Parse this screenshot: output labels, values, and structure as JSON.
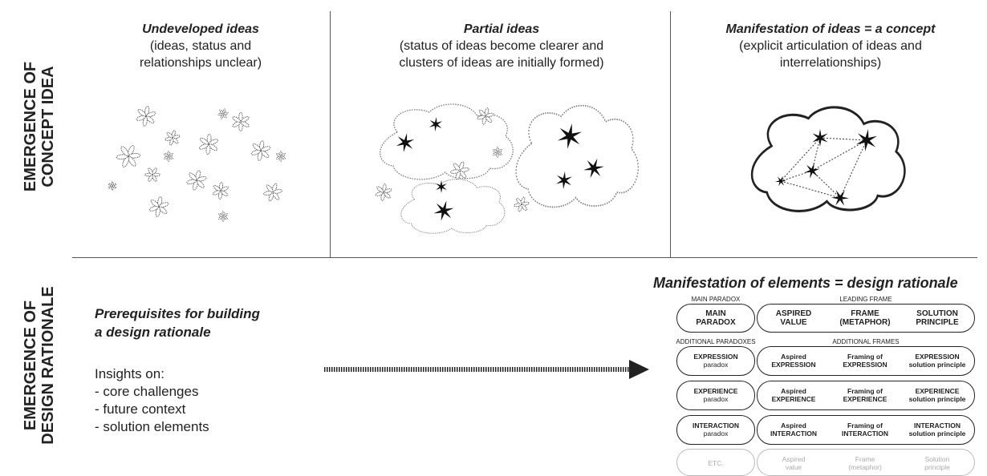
{
  "row_labels": {
    "concept": [
      "EMERGENCE OF",
      "CONCEPT IDEA"
    ],
    "rationale": [
      "EMERGENCE OF",
      "DESIGN RATIONALE"
    ]
  },
  "columns": [
    {
      "title": "Undeveloped ideas",
      "sub": [
        "(ideas, status and",
        "relationships unclear)"
      ]
    },
    {
      "title": "Partial ideas",
      "sub": [
        "(status of ideas become clearer and",
        "clusters of ideas are initially formed)"
      ]
    },
    {
      "title": "Manifestation of ideas = a concept",
      "sub": [
        "(explicit articulation of ideas and",
        "interrelationships)"
      ]
    }
  ],
  "prereq": {
    "title": [
      "Prerequisites for building",
      "a design rationale"
    ],
    "insights_heading": "Insights on:",
    "insights": [
      "- core challenges",
      "- future context",
      "- solution elements"
    ]
  },
  "rationale": {
    "title": "Manifestation of elements = design rationale",
    "main_paradox_label": "MAIN PARADOX",
    "leading_frame_label": "LEADING FRAME",
    "additional_paradoxes_label": "ADDITIONAL PARADOXES",
    "additional_frames_label": "ADDITIONAL FRAMES",
    "main_row": {
      "paradox": [
        "MAIN",
        "PARADOX"
      ],
      "cells": [
        [
          "ASPIRED",
          "VALUE"
        ],
        [
          "FRAME",
          "(METAPHOR)"
        ],
        [
          "SOLUTION",
          "PRINCIPLE"
        ]
      ]
    },
    "rows": [
      {
        "paradox": [
          "EXPRESSION",
          "paradox"
        ],
        "cells": [
          [
            "Aspired",
            "EXPRESSION"
          ],
          [
            "Framing of",
            "EXPRESSION"
          ],
          [
            "EXPRESSION",
            "solution principle"
          ]
        ]
      },
      {
        "paradox": [
          "EXPERIENCE",
          "paradox"
        ],
        "cells": [
          [
            "Aspired",
            "EXPERIENCE"
          ],
          [
            "Framing of",
            "EXPERIENCE"
          ],
          [
            "EXPERIENCE",
            "solution principle"
          ]
        ]
      },
      {
        "paradox": [
          "INTERACTION",
          "paradox"
        ],
        "cells": [
          [
            "Aspired",
            "INTERACTION"
          ],
          [
            "Framing of",
            "INTERACTION"
          ],
          [
            "INTERACTION",
            "solution principle"
          ]
        ]
      }
    ],
    "etc_row": {
      "paradox": "ETC.",
      "cells": [
        [
          "Aspired",
          "value"
        ],
        [
          "Frame",
          "(metaphor)"
        ],
        [
          "Solution",
          "principle"
        ]
      ]
    }
  }
}
